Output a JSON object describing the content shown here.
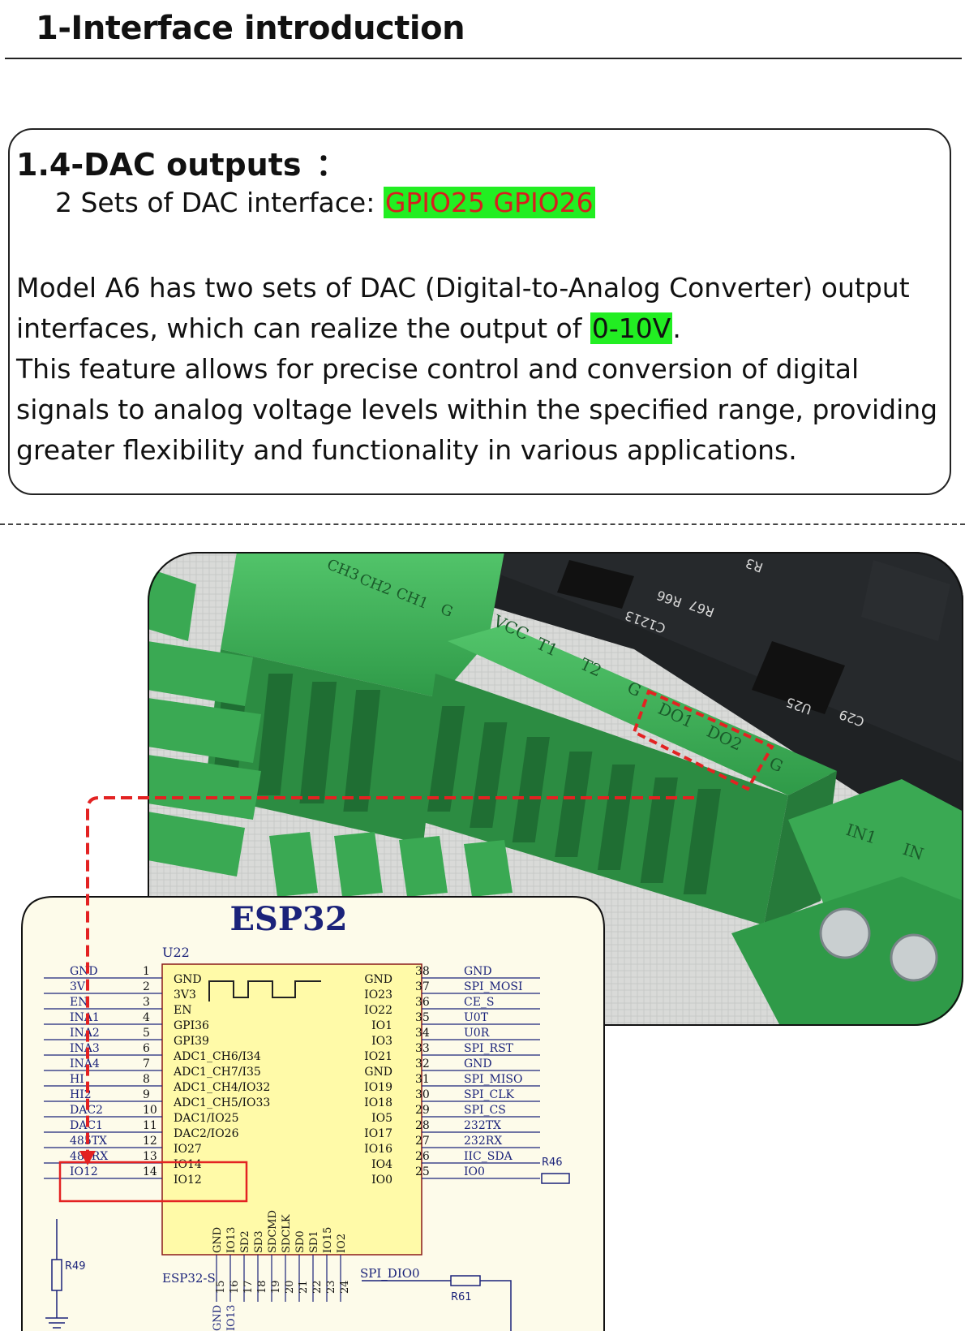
{
  "page": {
    "title": "1-Interface introduction"
  },
  "section": {
    "heading": "1.4-DAC outputs",
    "colon": "：",
    "sub_prefix": "2 Sets of DAC interface: ",
    "sub_pins": "GPIO25 GPIO26",
    "para1_a": "Model A6 has two sets of DAC (Digital-to-Analog Converter) output interfaces, which can realize the output of ",
    "para1_hl": "0-10V",
    "para1_b": ".",
    "para2": "This feature allows for precise control and conversion of digital signals to analog voltage levels within the specified range, providing greater flexibility and functionality in various applications."
  },
  "photo": {
    "terminal_labels_left": [
      "CH3",
      "CH2",
      "CH1",
      "G"
    ],
    "terminal_labels_right": [
      "VCC",
      "T1",
      "T2",
      "G",
      "DO1",
      "DO2",
      "G"
    ],
    "terminal_labels_far": [
      "IN1",
      "IN"
    ],
    "pcb_silkscreen": [
      "R67",
      "R66",
      "C1213",
      "U25",
      "C29",
      "R3"
    ]
  },
  "schematic": {
    "title": "ESP32",
    "ref": "U22",
    "part": "ESP32-S",
    "left_nets": [
      "GND",
      "3V",
      "EN",
      "INA1",
      "INA2",
      "INA3",
      "INA4",
      "HI",
      "HI2",
      "DAC2",
      "DAC1",
      "485TX",
      "485RX",
      "IO12"
    ],
    "left_pins": [
      "1",
      "2",
      "3",
      "4",
      "5",
      "6",
      "7",
      "8",
      "9",
      "10",
      "11",
      "12",
      "13",
      "14"
    ],
    "left_inside": [
      "GND",
      "3V3",
      "EN",
      "GPI36",
      "GPI39",
      "ADC1_CH6/I34",
      "ADC1_CH7/I35",
      "ADC1_CH4/IO32",
      "ADC1_CH5/IO33",
      "DAC1/IO25",
      "DAC2/IO26",
      "IO27",
      "IO14",
      "IO12"
    ],
    "right_inside": [
      "GND",
      "IO23",
      "IO22",
      "IO1",
      "IO3",
      "IO21",
      "GND",
      "IO19",
      "IO18",
      "IO5",
      "IO17",
      "IO16",
      "IO4",
      "IO0"
    ],
    "right_pins": [
      "38",
      "37",
      "36",
      "35",
      "34",
      "33",
      "32",
      "31",
      "30",
      "29",
      "28",
      "27",
      "26",
      "25"
    ],
    "right_nets": [
      "GND",
      "SPI_MOSI",
      "CE_S",
      "U0T",
      "U0R",
      "SPI_RST",
      "GND",
      "SPI_MISO",
      "SPI_CLK",
      "SPI_CS",
      "232TX",
      "232RX",
      "IIC_SDA",
      "IO0"
    ],
    "bottom_inside": [
      "GND",
      "IO13",
      "SD2",
      "SD3",
      "SDCMD",
      "SDCLK",
      "SD0",
      "SD1",
      "IO15",
      "IO2"
    ],
    "bottom_pins": [
      "15",
      "16",
      "17",
      "18",
      "19",
      "20",
      "21",
      "22",
      "23",
      "24"
    ],
    "bottom_nets": [
      "GND",
      "IO13"
    ],
    "spi_net": "SPI_DIO0",
    "resistors": [
      "R46",
      "R49",
      "R61"
    ]
  }
}
